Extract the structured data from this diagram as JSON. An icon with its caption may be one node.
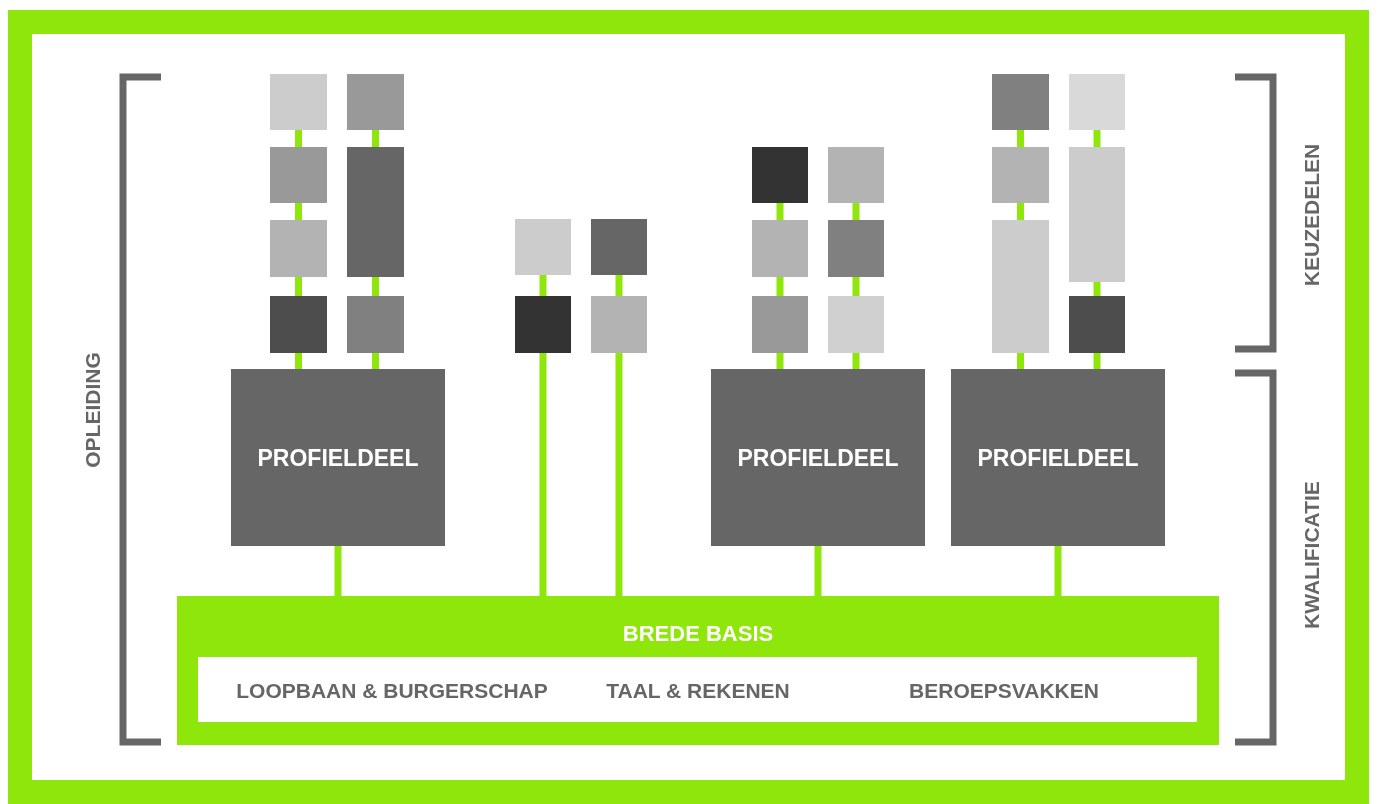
{
  "diagram": {
    "nodes": [
      {
        "text": [],
        "shape": "box"
      },
      {
        "text": [],
        "shape": "box"
      },
      {
        "text": [],
        "shape": "box"
      },
      {
        "text": [],
        "shape": "box"
      },
      {
        "text": [],
        "shape": "box"
      },
      {
        "text": [],
        "shape": "box"
      },
      {
        "text": [],
        "shape": "box"
      },
      {
        "text": [],
        "shape": "box"
      },
      {
        "text": [],
        "shape": "box"
      },
      {
        "text": [],
        "shape": "box"
      },
      {
        "text": [],
        "shape": "box"
      },
      {
        "text": [],
        "shape": "box"
      },
      {
        "text": [],
        "shape": "box"
      },
      {
        "text": [],
        "shape": "box"
      },
      {
        "text": [],
        "shape": "box"
      },
      {
        "text": [],
        "shape": "box"
      },
      {
        "text": [],
        "shape": "box"
      },
      {
        "text": [],
        "shape": "box"
      },
      {
        "text": [],
        "shape": "box"
      },
      {
        "text": [],
        "shape": "box"
      },
      {
        "text": [],
        "shape": "box"
      },
      {
        "text": [],
        "shape": "box"
      },
      {
        "text": [],
        "shape": "box"
      },
      {
        "text": [
          "PROFIELDEEL"
        ]
      },
      {
        "text": [
          "PROFIELDEEL"
        ]
      },
      {
        "text": [
          "PROFIELDEEL"
        ]
      },
      {
        "text": [
          "BREDE BASIS"
        ]
      },
      {
        "text": [
          "LOOPBAAN & BURGERSCHAP",
          "TAAL & REKENEN",
          "BEROEPSVAKKEN"
        ],
        "in": 26
      }
    ],
    "edges": [
      {
        "from": 0,
        "to": 1,
        "arrow": "none"
      },
      {
        "from": 1,
        "to": 2,
        "arrow": "none"
      },
      {
        "from": 2,
        "to": 3,
        "arrow": "none"
      },
      {
        "from": 3,
        "to": 23,
        "arrow": "none"
      },
      {
        "from": 4,
        "to": 5,
        "arrow": "none"
      },
      {
        "from": 5,
        "to": 6,
        "arrow": "none"
      },
      {
        "from": 6,
        "to": 23,
        "arrow": "none"
      },
      {
        "from": 7,
        "to": 8,
        "arrow": "none"
      },
      {
        "from": 8,
        "to": 26,
        "arrow": "none"
      },
      {
        "from": 9,
        "to": 10,
        "arrow": "none"
      },
      {
        "from": 10,
        "to": 26,
        "arrow": "none"
      },
      {
        "from": 11,
        "to": 12,
        "arrow": "none"
      },
      {
        "from": 12,
        "to": 13,
        "arrow": "none"
      },
      {
        "from": 13,
        "to": 24,
        "arrow": "none"
      },
      {
        "from": 14,
        "to": 15,
        "arrow": "none"
      },
      {
        "from": 15,
        "to": 16,
        "arrow": "none"
      },
      {
        "from": 16,
        "to": 24,
        "arrow": "none"
      },
      {
        "from": 17,
        "to": 18,
        "arrow": "none"
      },
      {
        "from": 18,
        "to": 19,
        "arrow": "none"
      },
      {
        "from": 19,
        "to": 25,
        "arrow": "none"
      },
      {
        "from": 20,
        "to": 21,
        "arrow": "none"
      },
      {
        "from": 21,
        "to": 22,
        "arrow": "none"
      },
      {
        "from": 22,
        "to": 25,
        "arrow": "none"
      },
      {
        "from": 23,
        "to": 26,
        "arrow": "none"
      },
      {
        "from": 24,
        "to": 26,
        "arrow": "none"
      },
      {
        "from": 25,
        "to": 26,
        "arrow": "none"
      }
    ],
    "labels": [
      "OPLEIDING",
      "KEUZEDELEN",
      "KWALIFICATIE"
    ]
  }
}
